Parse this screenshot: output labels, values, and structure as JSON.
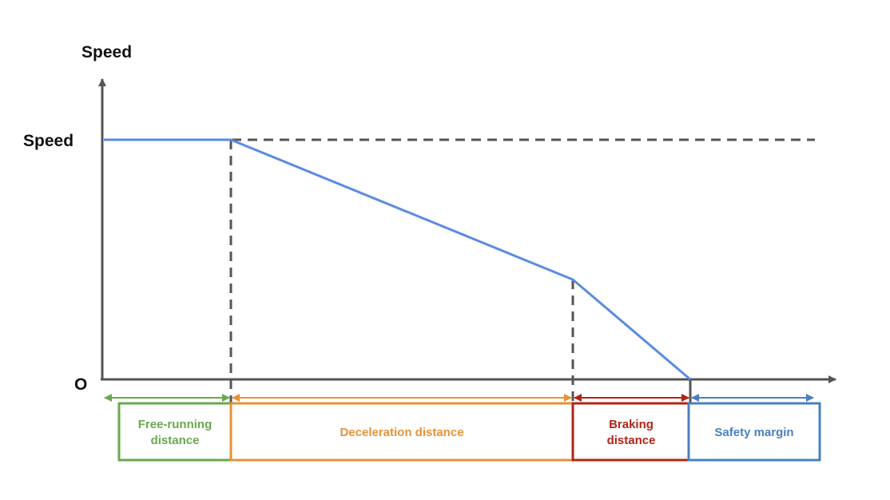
{
  "diagram": {
    "y_axis_title": "Speed",
    "speed_label": "Speed",
    "origin_label": "O",
    "colors": {
      "axis": "#555555",
      "dashed": "#555555",
      "profile": "#5b8be0",
      "free_running": "#6aa84f",
      "deceleration": "#e69138",
      "braking": "#b02418",
      "safety": "#4a7fc1"
    },
    "segments": {
      "free_running": {
        "line1": "Free-running",
        "line2": "distance"
      },
      "deceleration": {
        "label": "Deceleration distance"
      },
      "braking": {
        "line1": "Braking",
        "line2": "distance"
      },
      "safety": {
        "label": "Safety margin"
      }
    }
  }
}
